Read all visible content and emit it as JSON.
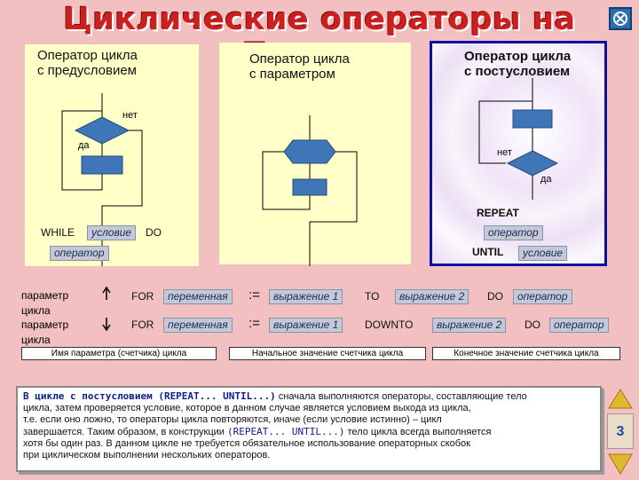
{
  "title": "Циклические операторы на Паскале",
  "panels": {
    "pre": {
      "title_l1": "Оператор цикла",
      "title_l2": "с предусловием"
    },
    "param": {
      "title_l1": "Оператор цикла",
      "title_l2": "с параметром"
    },
    "post": {
      "title_l1": "Оператор цикла",
      "title_l2": "с постусловием"
    }
  },
  "flow": {
    "pre_no": "нет",
    "pre_yes": "да",
    "post_no": "нет",
    "post_yes": "да"
  },
  "while_syntax": {
    "kw_while": "WHILE",
    "cond": "условие",
    "kw_do": "DO",
    "op": "оператор"
  },
  "repeat_syntax": {
    "kw_repeat": "REPEAT",
    "op": "оператор",
    "kw_until": "UNTIL",
    "cond": "условие"
  },
  "for_rows": {
    "label_a": "параметр",
    "label_b": "цикла",
    "label_c": "параметр",
    "label_d": "цикла",
    "row1": {
      "kw_for": "FOR",
      "var": "переменная",
      "assign": ":=",
      "expr1": "выражение 1",
      "kw_to": "TO",
      "expr2": "выражение 2",
      "kw_do": "DO",
      "op": "оператор"
    },
    "row2": {
      "kw_for": "FOR",
      "var": "переменная",
      "assign": ":=",
      "expr1": "выражение 1",
      "kw_downto": "DOWNTO",
      "expr2": "выражение 2",
      "kw_do": "DO",
      "op": "оператор"
    }
  },
  "captions": {
    "param_name": "Имя параметра (счетчика) цикла",
    "start_value": "Начальное значение счетчика цикла",
    "end_value": "Конечное значение счетчика цикла"
  },
  "description": {
    "lead": "В цикле с постусловием (REPEAT... UNTIL...)",
    "line1": " сначала выполняются операторы, составляющие тело",
    "line2": "цикла, затем проверяется условие, которое в данном случае является условием выхода из цикла,",
    "line3": "т.е. если оно ложно, то операторы цикла повторяются, иначе (если условие истинно) – цикл",
    "line4_a": "завершается. Таким образом, в конструкции ",
    "line4_b": "(REPEAT... UNTIL...)",
    "line4_c": " тело цикла всегда выполняется",
    "line5": "хотя бы один раз. В данном цикле не требуется обязательное использование операторных скобок",
    "line6": "при циклическом выполнении нескольких операторов."
  },
  "nav": {
    "page": "3"
  },
  "colors": {
    "background": "#f2c0c0",
    "panel_bg": "#ffffc8",
    "diamond": "#3f76b8",
    "title": "#cc1f1f",
    "tag_bg": "#c4c9d8"
  }
}
